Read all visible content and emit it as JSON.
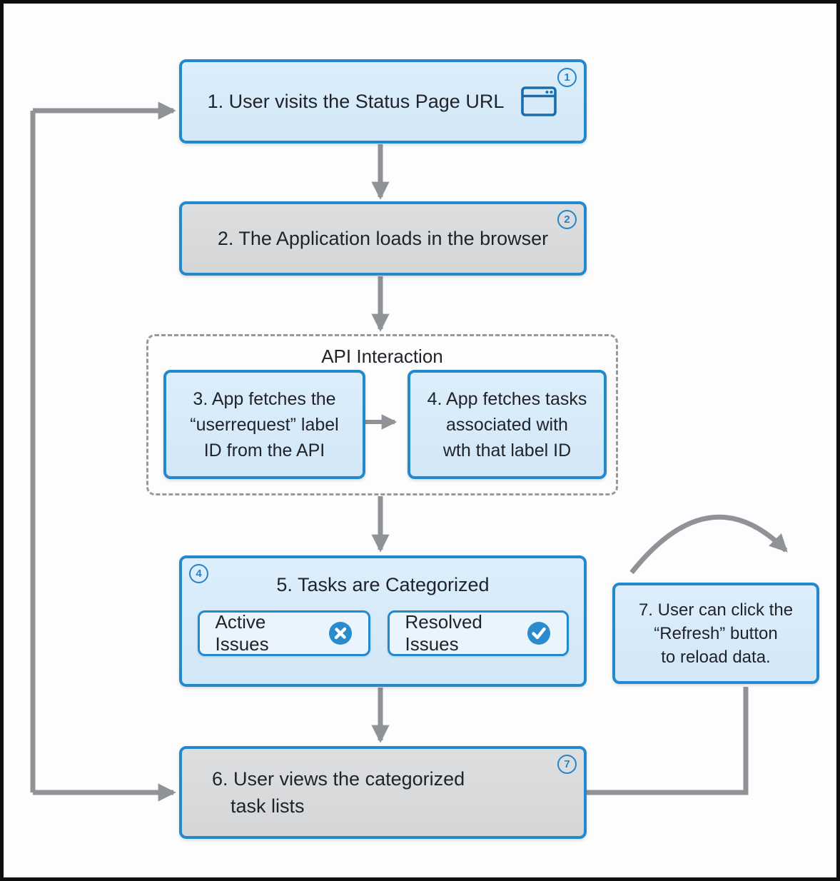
{
  "diagram": {
    "group_label": "API Interaction",
    "nodes": {
      "step1": {
        "badge": "1",
        "label": "1. User visits the Status Page URL"
      },
      "step2": {
        "badge": "2",
        "label": "2. The Application loads in the browser"
      },
      "step3": {
        "lines": [
          "3. App fetches the",
          "“userrequest” label",
          "ID from the API"
        ]
      },
      "step4": {
        "lines": [
          "4. App fetches tasks",
          "associated with",
          "wth that label ID"
        ]
      },
      "step5": {
        "badge": "4",
        "title": "5. Tasks are Categorized",
        "active_label": "Active Issues",
        "resolved_label": "Resolved Issues"
      },
      "step6": {
        "badge": "7",
        "lines": [
          "6. User views the categorized",
          "task lists"
        ]
      },
      "step7": {
        "lines": [
          "7. User can click the",
          "“Refresh” button",
          "to reload data."
        ]
      }
    },
    "icons": {
      "step1": "browser-window-icon",
      "active": "tools-icon",
      "resolved": "checkmark-icon"
    },
    "colors": {
      "node_fill_blue": "#d6e9f8",
      "node_fill_gray": "#d7d9db",
      "node_border": "#2289cf",
      "arrow_gray": "#8f9296",
      "badge_blue": "#2583c7",
      "icon_circle_blue": "#2a8ccc",
      "text": "#20242a",
      "frame": "#0e0e0e"
    }
  }
}
